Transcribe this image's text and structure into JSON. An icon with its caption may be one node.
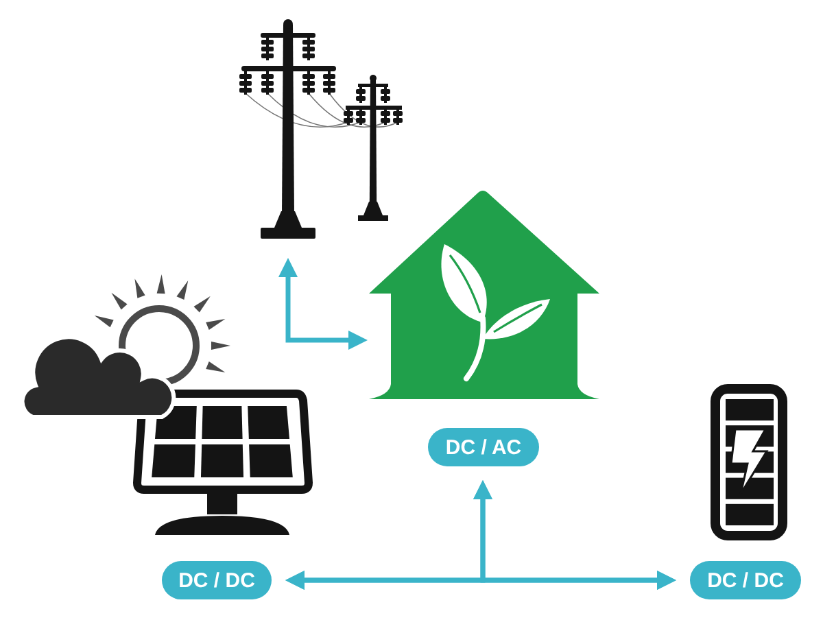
{
  "diagram": {
    "nodes": [
      {
        "text": [],
        "shape": "picture"
      },
      {
        "text": [],
        "shape": "picture"
      },
      {
        "text": [
          "DC / AC"
        ]
      },
      {
        "text": [
          "DC / DC"
        ]
      },
      {
        "text": [
          "DC / DC"
        ]
      }
    ],
    "edges": [
      {
        "from": 0,
        "to": 1,
        "arrow": "both"
      },
      {
        "from": 3,
        "to": 4,
        "arrow": "both"
      },
      {
        "from": 3,
        "to": 2,
        "arrow": "both"
      },
      {
        "from": 4,
        "to": 2,
        "arrow": "both"
      }
    ]
  }
}
